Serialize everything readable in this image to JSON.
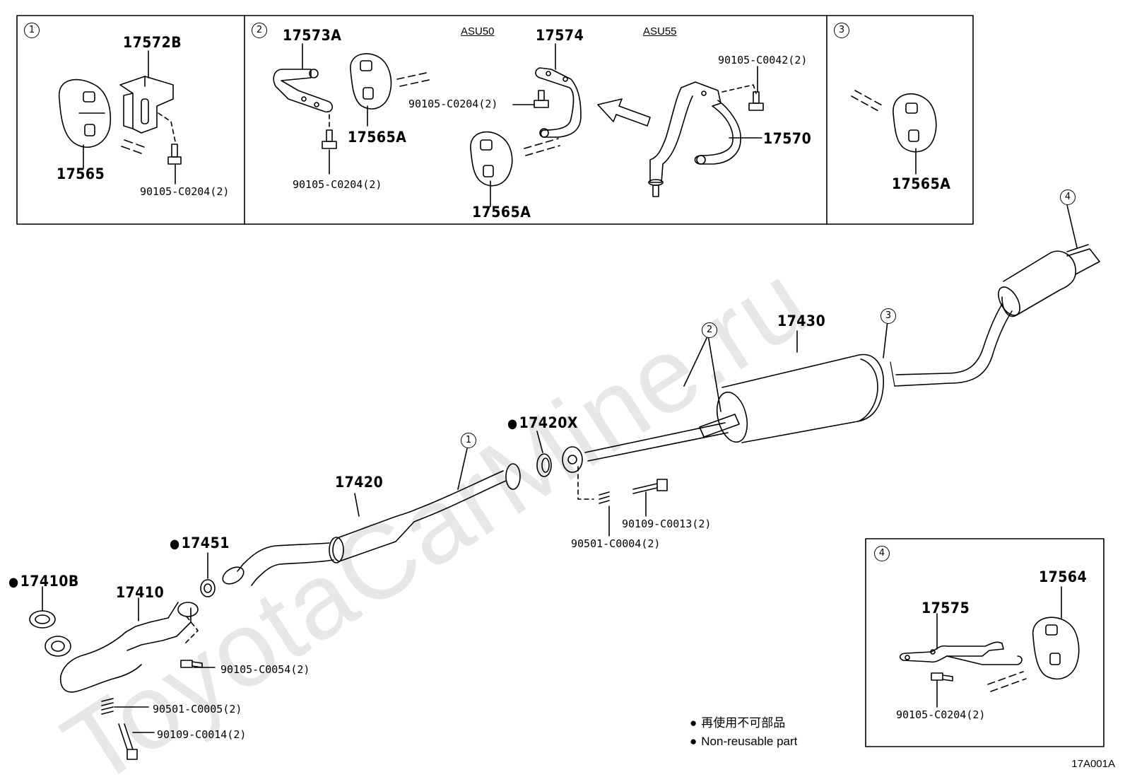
{
  "watermark": "ToyotaCarMine.ru",
  "diagram_code": "17A001A",
  "legend": {
    "line1": "再使用不可部品",
    "line2": "Non-reusable part"
  },
  "variants": {
    "asu50": "ASU50",
    "asu55": "ASU55"
  },
  "callouts": {
    "c1": "1",
    "c2": "2",
    "c3": "3",
    "c4": "4"
  },
  "box1": {
    "p17572b": "17572B",
    "p17565": "17565",
    "bolt": "90105-C0204(2)"
  },
  "box2": {
    "p17573a": "17573A",
    "p17565a_1": "17565A",
    "bolt_1": "90105-C0204(2)",
    "p17574": "17574",
    "bolt_2": "90105-C0204(2)",
    "p17565a_2": "17565A",
    "bolt_3": "90105-C0042(2)",
    "p17570": "17570"
  },
  "box3": {
    "p17565a": "17565A"
  },
  "box4": {
    "p17564": "17564",
    "p17575": "17575",
    "bolt": "90105-C0204(2)"
  },
  "main": {
    "p17430": "17430",
    "p17420x": "17420X",
    "p17420": "17420",
    "p17451": "17451",
    "p17410b": "17410B",
    "p17410": "17410",
    "b90109_c0013": "90109-C0013(2)",
    "b90501_c0004": "90501-C0004(2)",
    "b90105_c0054": "90105-C0054(2)",
    "b90501_c0005": "90501-C0005(2)",
    "b90109_c0014": "90109-C0014(2)"
  },
  "colors": {
    "ink": "#000000",
    "watermark": "#e7e7e7",
    "background": "#ffffff"
  }
}
